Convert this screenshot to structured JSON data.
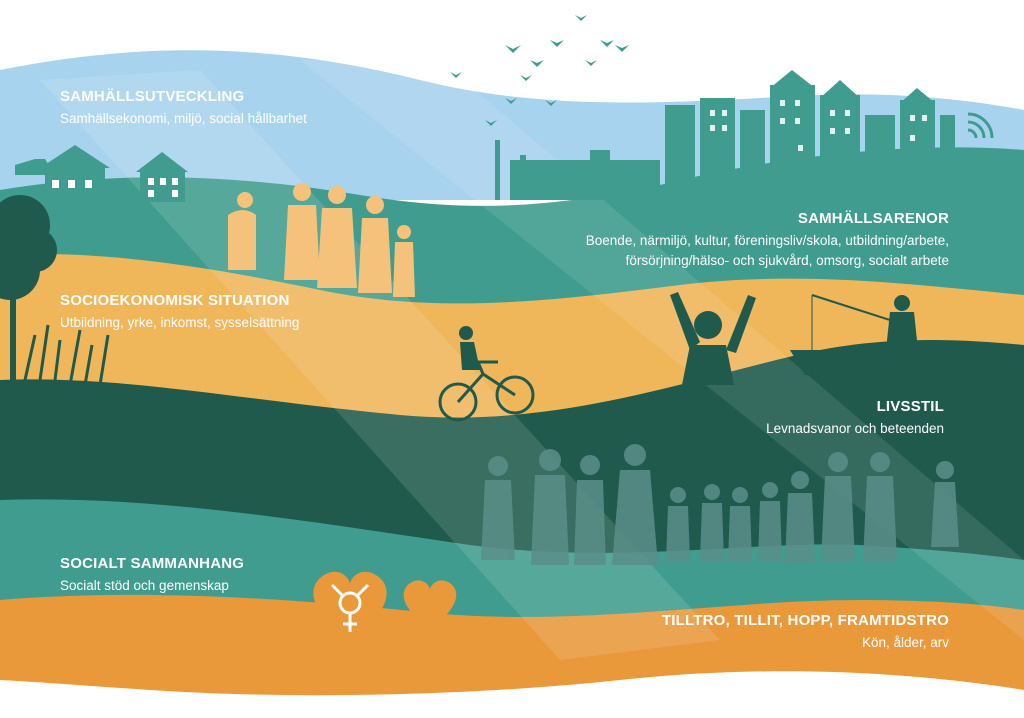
{
  "colors": {
    "sky": "#a8d3ee",
    "teal": "#3f9c8e",
    "dark_teal": "#1f5a4c",
    "yellow": "#f0b65a",
    "orange": "#e9983a",
    "silhouette_light": "#f4c27a",
    "silhouette_teal": "#5a8f8a"
  },
  "layers": {
    "samhallsutveckling": {
      "title": "SAMHÄLLSUTVECKLING",
      "subtitle": "Samhällsekonomi, miljö, social hållbarhet"
    },
    "samhallsarenor": {
      "title": "SAMHÄLLSARENOR",
      "subtitle_line1": "Boende, närmiljö, kultur, föreningsliv/skola, utbildning/arbete,",
      "subtitle_line2": "försörjning/hälso- och sjukvård, omsorg, socialt arbete"
    },
    "socioekonomisk": {
      "title": "SOCIOEKONOMISK SITUATION",
      "subtitle": "Utbildning, yrke, inkomst, sysselsättning"
    },
    "livsstil": {
      "title": "LIVSSTIL",
      "subtitle": "Levnadsvanor och beteenden"
    },
    "socialt_sammanhang": {
      "title": "SOCIALT SAMMANHANG",
      "subtitle": "Socialt stöd och gemenskap"
    },
    "tilltro": {
      "title": "TILLTRO, TILLIT, HOPP, FRAMTIDSTRO",
      "subtitle": "Kön, ålder, arv"
    }
  },
  "icons": [
    "heart-icon",
    "gender-symbol-heart-icon",
    "wind-turbine-icon",
    "wifi-icon",
    "bird-icon"
  ]
}
